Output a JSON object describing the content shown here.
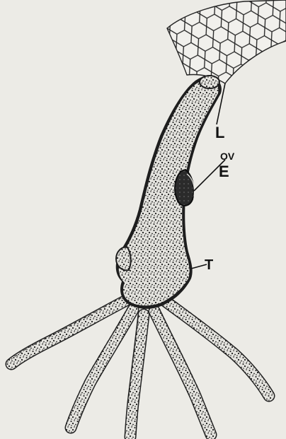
{
  "figure": {
    "labels": {
      "L": "L",
      "OV": "OV",
      "E": "E",
      "T": "T"
    },
    "background_color": "#ecebe6",
    "ink_color": "#1a1a1a"
  }
}
